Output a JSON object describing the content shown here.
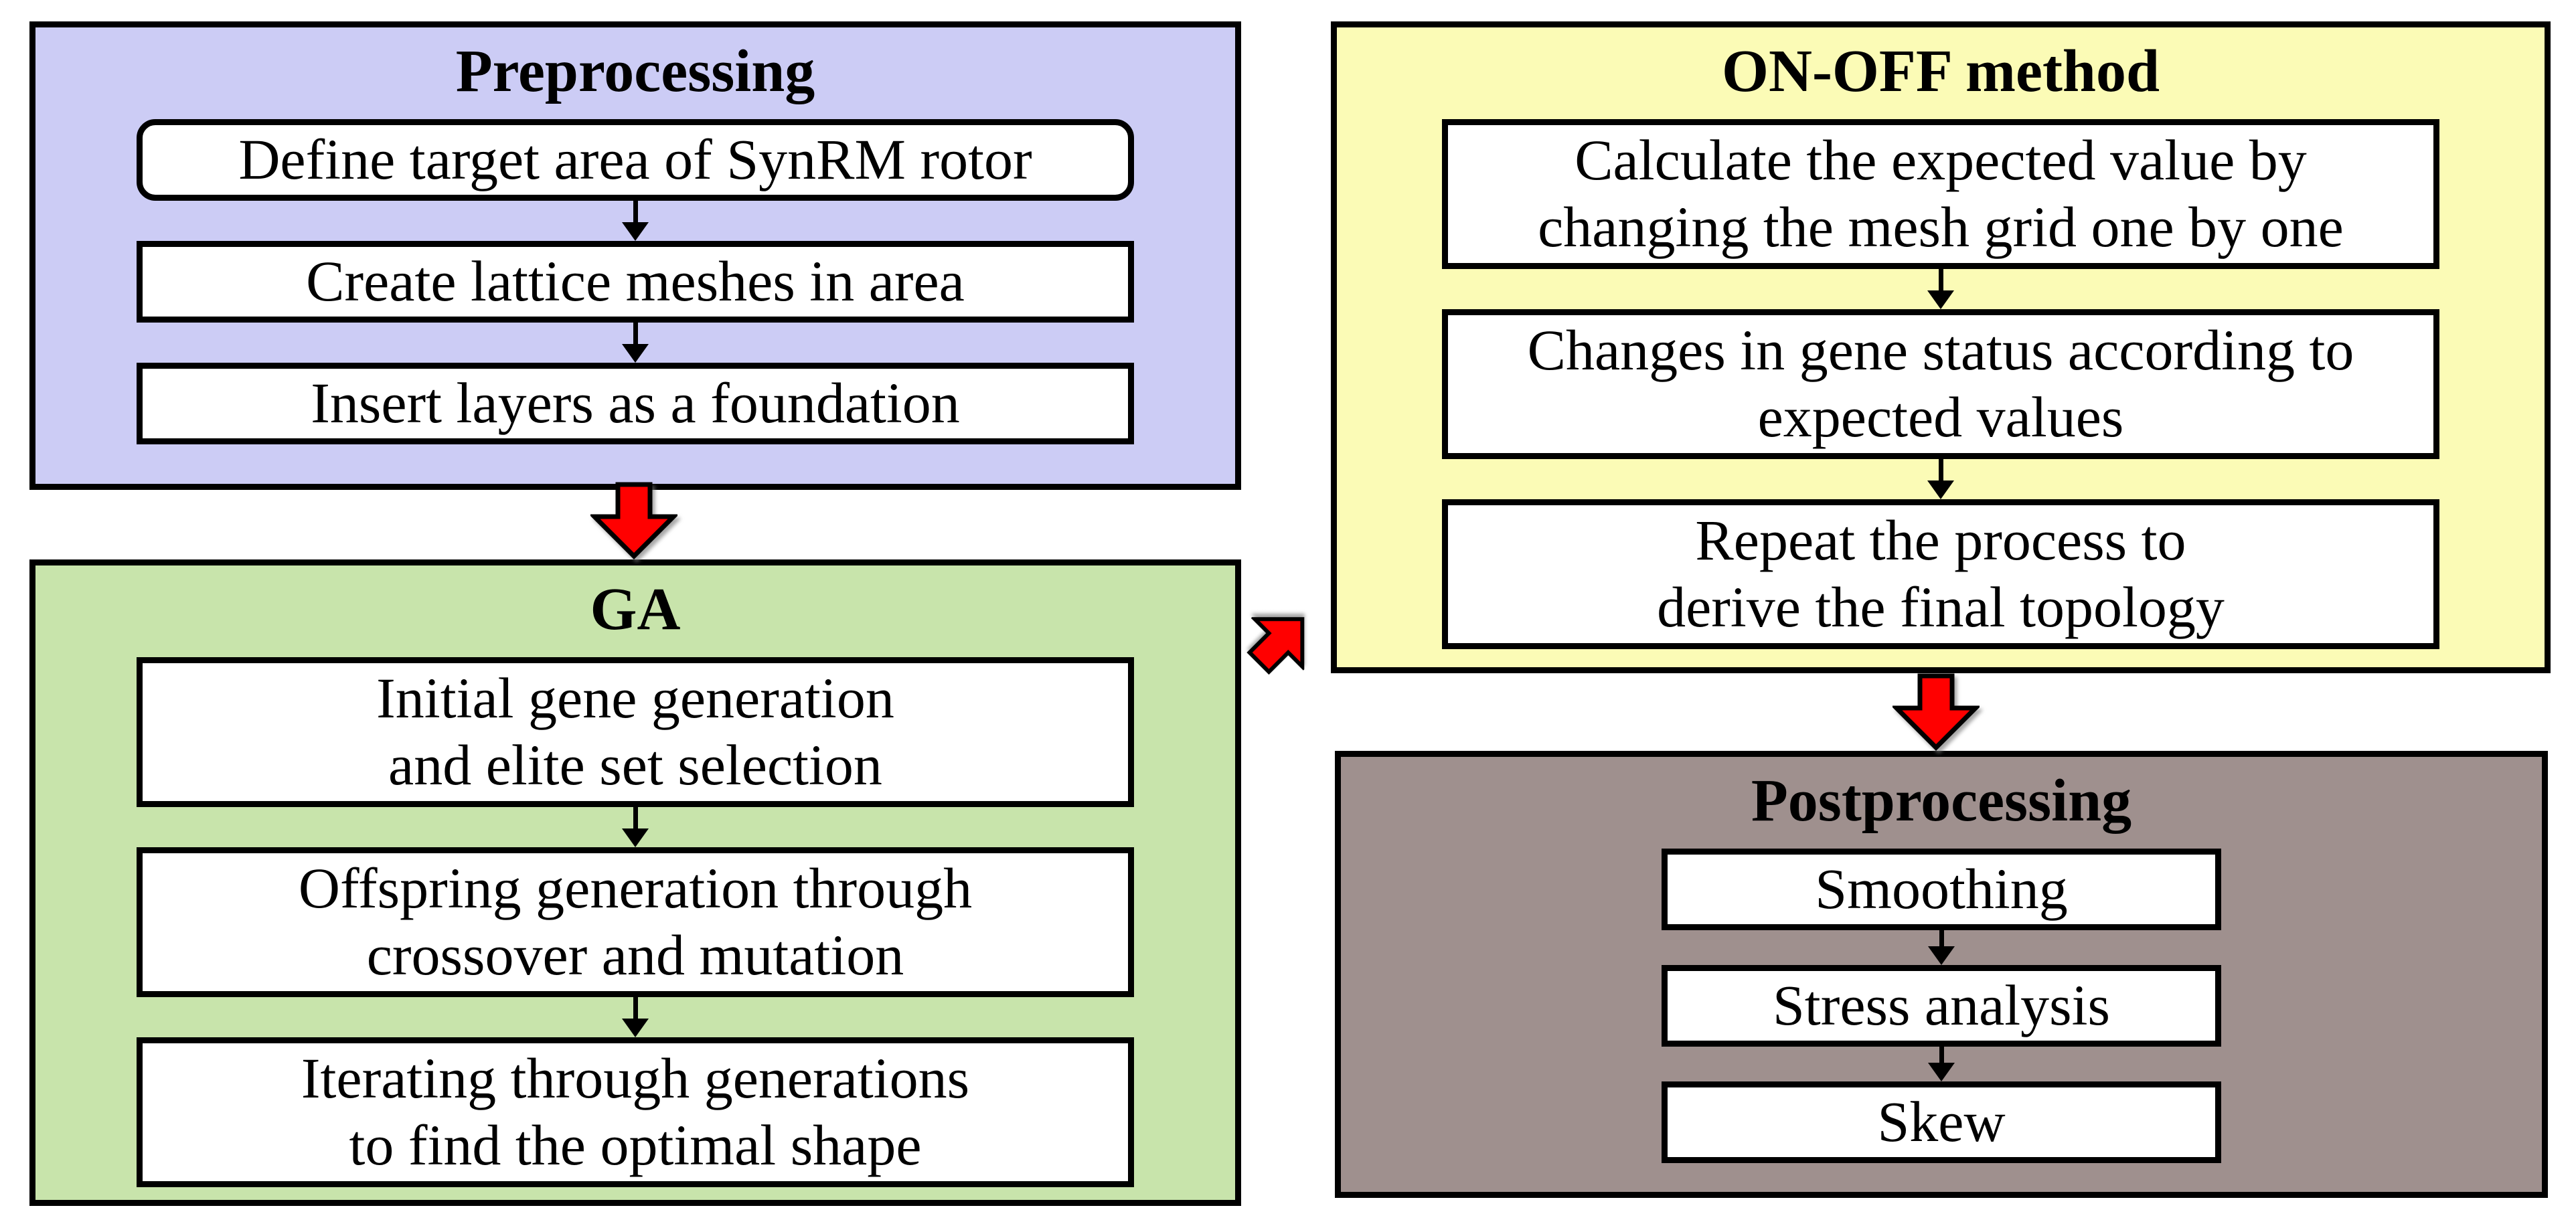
{
  "colors": {
    "preprocessing_bg": "#CCCCF5",
    "ga_bg": "#C8E4AB",
    "onoff_bg": "#FBFBB6",
    "postprocessing_bg": "#9F908E",
    "box_bg": "#FFFFFF",
    "border": "#000000",
    "arrow_red": "#FF0000"
  },
  "icons": {
    "panel_connector": "black-down-arrow-icon",
    "panel_flow": "red-block-arrow-icon"
  },
  "panels": {
    "preprocessing": {
      "title": "Preprocessing",
      "boxes": [
        "Define target area of SynRM rotor",
        "Create lattice meshes in area",
        "Insert layers as a foundation"
      ]
    },
    "ga": {
      "title": "GA",
      "boxes": [
        "Initial gene generation\nand elite set selection",
        "Offspring generation through\ncrossover and mutation",
        "Iterating through generations\nto find the optimal shape"
      ]
    },
    "onoff": {
      "title": "ON-OFF method",
      "boxes": [
        "Calculate the expected value by\nchanging the mesh grid one by one",
        "Changes in gene status according to\nexpected values",
        "Repeat the process to\nderive the final topology"
      ]
    },
    "postprocessing": {
      "title": "Postprocessing",
      "boxes": [
        "Smoothing",
        "Stress analysis",
        "Skew"
      ]
    }
  }
}
